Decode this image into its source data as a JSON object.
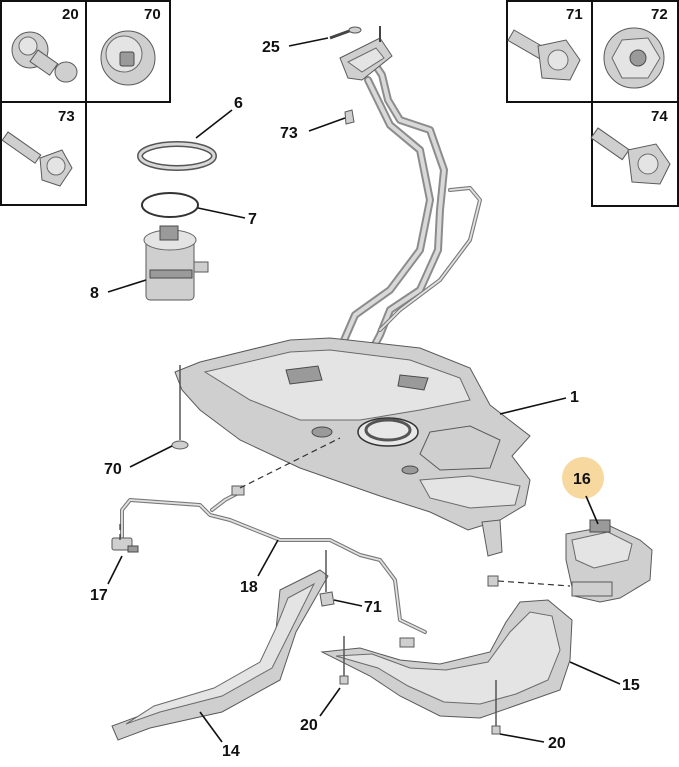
{
  "callouts": {
    "c1": "1",
    "c6": "6",
    "c7": "7",
    "c8": "8",
    "c14": "14",
    "c15": "15",
    "c16": "16",
    "c17": "17",
    "c18": "18",
    "c20a": "20",
    "c20b": "20",
    "c25": "25",
    "c70": "70",
    "c71": "71",
    "c73": "73"
  },
  "boxes": {
    "b20": "20",
    "b70": "70",
    "b71": "71",
    "b72": "72",
    "b73": "73",
    "b74": "74"
  },
  "colors": {
    "highlight": "#f7d9a0",
    "part_fill": "#cfcfcf",
    "outline": "#111111"
  }
}
